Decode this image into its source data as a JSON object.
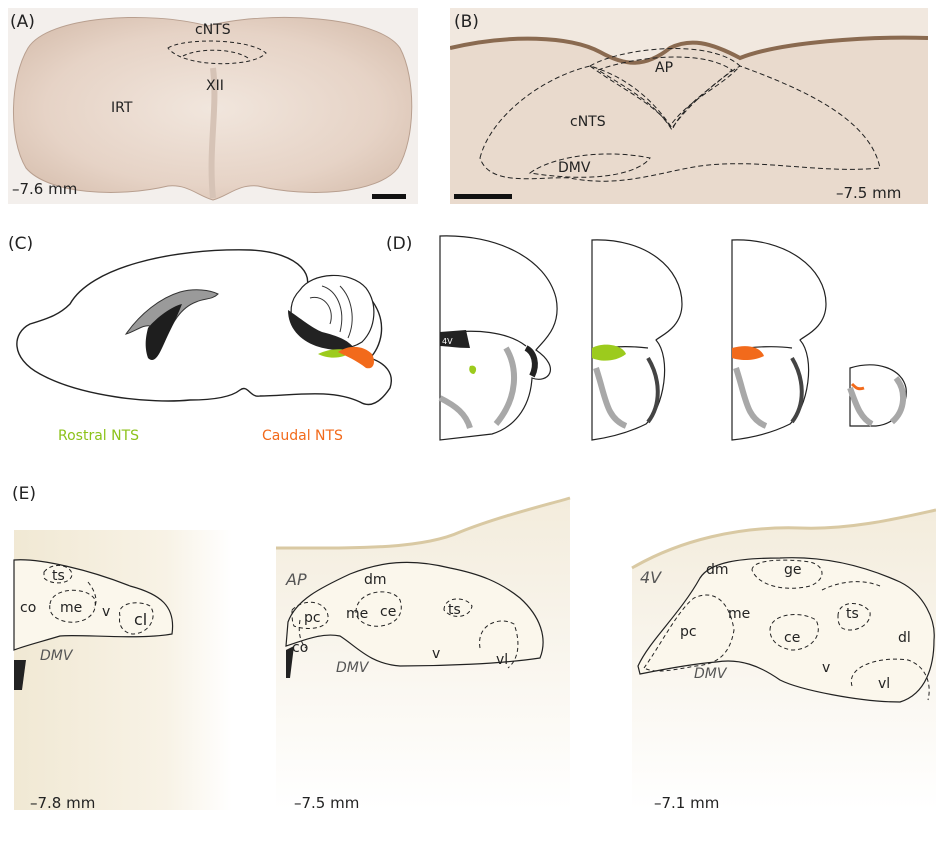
{
  "panel_a": {
    "letter": "(A)",
    "labels": {
      "cnts": "cNTS",
      "xii": "XII",
      "irt": "IRT"
    },
    "depth": "–7.6 mm"
  },
  "panel_b": {
    "letter": "(B)",
    "labels": {
      "ap": "AP",
      "cnts": "cNTS",
      "dmv": "DMV"
    },
    "depth": "–7.5 mm"
  },
  "panel_c": {
    "letter": "(C)",
    "legend": {
      "rostral": "Rostral NTS",
      "caudal": "Caudal NTS"
    },
    "colors": {
      "rostral": "#9ccb1d",
      "caudal": "#f26a1b"
    }
  },
  "panel_d": {
    "letter": "(D)",
    "ventricle_label": "4V"
  },
  "panel_e": {
    "letter": "(E)",
    "sections": [
      {
        "depth": "–7.8 mm",
        "regions": [
          "ts",
          "co",
          "me",
          "v",
          "cl"
        ],
        "dmv": "DMV"
      },
      {
        "depth": "–7.5 mm",
        "ap": "AP",
        "regions": [
          "dm",
          "pc",
          "me",
          "ce",
          "ts",
          "co",
          "v",
          "vl"
        ],
        "dmv": "DMV"
      },
      {
        "depth": "–7.1 mm",
        "v4": "4V",
        "regions": [
          "dm",
          "ge",
          "pc",
          "me",
          "ce",
          "ts",
          "dl",
          "v",
          "vl"
        ],
        "dmv": "DMV"
      }
    ]
  }
}
